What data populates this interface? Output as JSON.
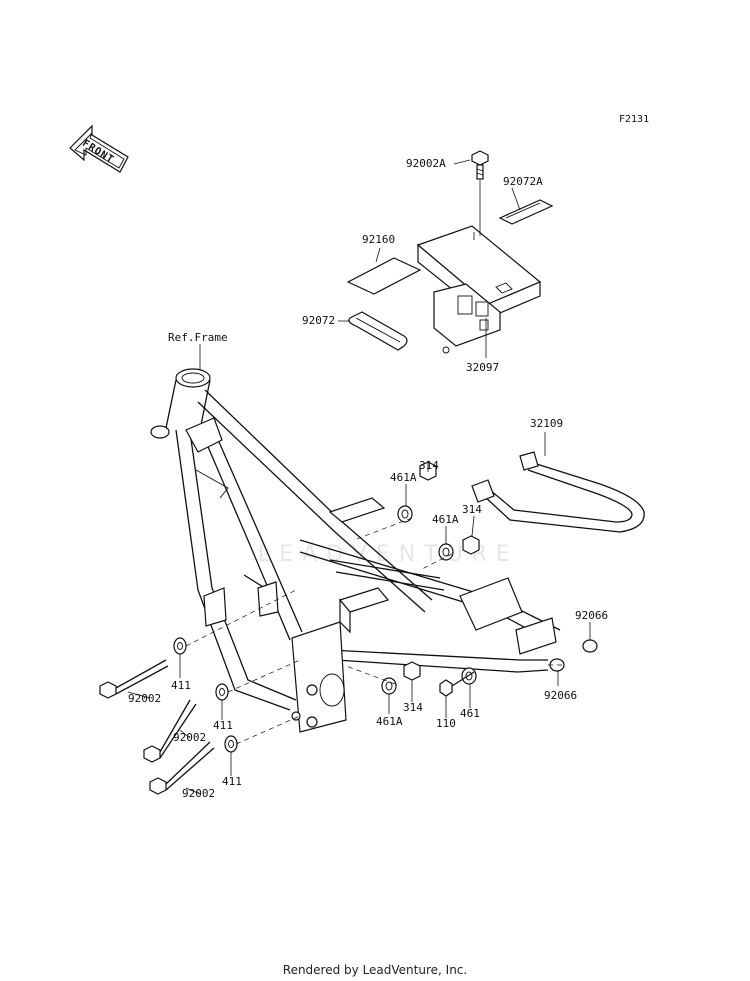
{
  "diagram_id": "F2131",
  "front_label": "FRONT",
  "watermark": "LEADVENTURE",
  "footer": "Rendered by LeadVenture, Inc.",
  "callouts": [
    {
      "id": "92002A",
      "text": "92002A"
    },
    {
      "id": "92072A",
      "text": "92072A"
    },
    {
      "id": "92160",
      "text": "92160"
    },
    {
      "id": "92072",
      "text": "92072"
    },
    {
      "id": "32097",
      "text": "32097"
    },
    {
      "id": "ref_frame",
      "text": "Ref.Frame"
    },
    {
      "id": "32109",
      "text": "32109"
    },
    {
      "id": "314_a",
      "text": "314"
    },
    {
      "id": "461A_a",
      "text": "461A"
    },
    {
      "id": "461A_b",
      "text": "461A"
    },
    {
      "id": "314_b",
      "text": "314"
    },
    {
      "id": "92066_a",
      "text": "92066"
    },
    {
      "id": "92066_b",
      "text": "92066"
    },
    {
      "id": "92002_a",
      "text": "92002"
    },
    {
      "id": "411_a",
      "text": "411"
    },
    {
      "id": "92002_b",
      "text": "92002"
    },
    {
      "id": "411_b",
      "text": "411"
    },
    {
      "id": "92002_c",
      "text": "92002"
    },
    {
      "id": "411_c",
      "text": "411"
    },
    {
      "id": "461A_c",
      "text": "461A"
    },
    {
      "id": "314_c",
      "text": "314"
    },
    {
      "id": "110",
      "text": "110"
    },
    {
      "id": "461",
      "text": "461"
    }
  ]
}
